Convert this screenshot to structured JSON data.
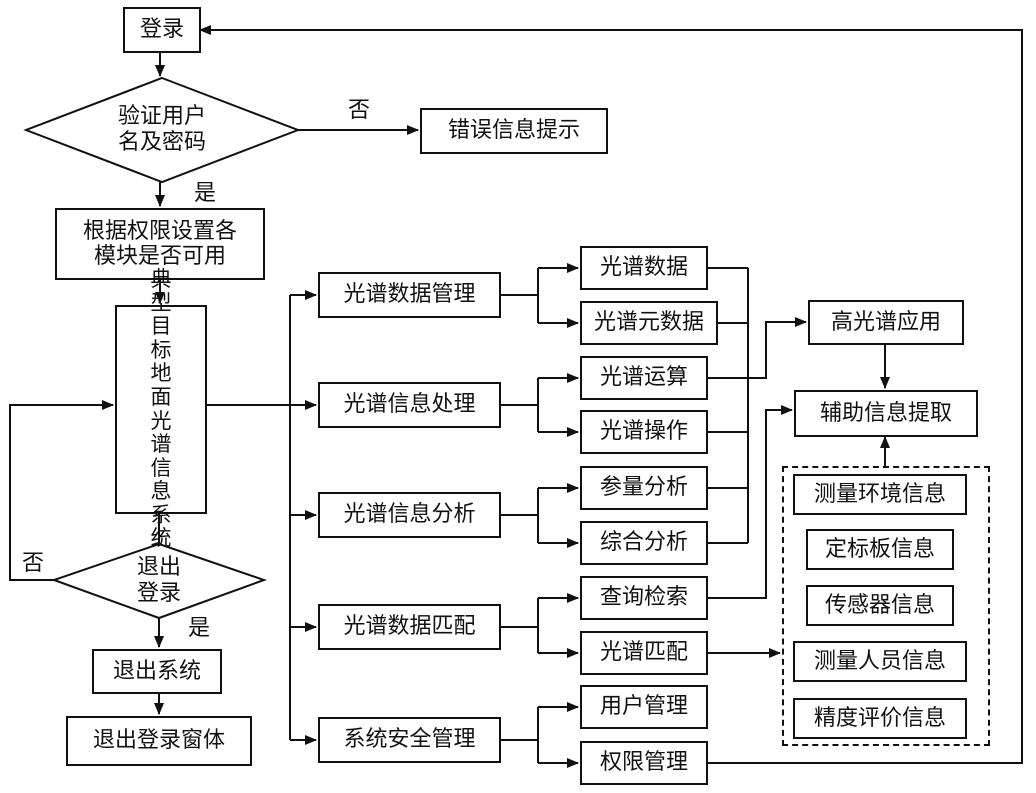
{
  "nodes": {
    "login": "登录",
    "verify": "验证用户\n名及密码",
    "error": "错误信息提示",
    "perm_set": "根据权限设置各\n模块是否可用",
    "system": "典\n型\n目\n标\n地\n面\n光\n谱\n信\n息\n系\n统",
    "logout_q": "退出\n登录",
    "exit_sys": "退出系统",
    "exit_win": "退出登录窗体",
    "mod_data_mgmt": "光谱数据管理",
    "mod_info_proc": "光谱信息处理",
    "mod_info_anal": "光谱信息分析",
    "mod_data_match": "光谱数据匹配",
    "mod_security": "系统安全管理",
    "sub_data": "光谱数据",
    "sub_meta": "光谱元数据",
    "sub_calc": "光谱运算",
    "sub_oper": "光谱操作",
    "sub_param": "参量分析",
    "sub_comp": "综合分析",
    "sub_query": "查询检索",
    "sub_match": "光谱匹配",
    "sub_user": "用户管理",
    "sub_perm": "权限管理",
    "hyper_app": "高光谱应用",
    "aux_extract": "辅助信息提取",
    "env_info": "测量环境信息",
    "board_info": "定标板信息",
    "sensor_info": "传感器信息",
    "staff_info": "测量人员信息",
    "accuracy_info": "精度评价信息"
  },
  "edge_labels": {
    "verify_no": "否",
    "verify_yes": "是",
    "logout_no": "否",
    "logout_yes": "是"
  }
}
